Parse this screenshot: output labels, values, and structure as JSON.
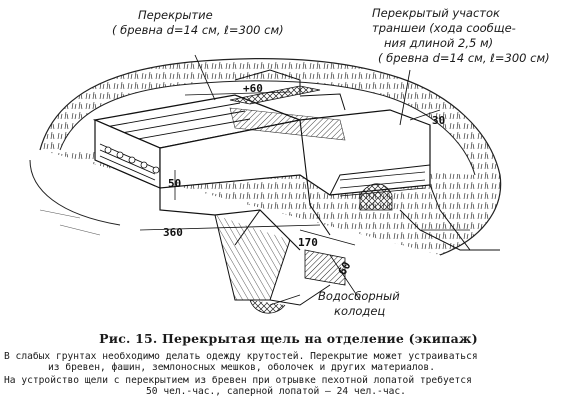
{
  "labels": {
    "overlap_line1": "Перекрытие",
    "overlap_line2": "( бревна d=14 см, ℓ=300 см)",
    "covered_line1": "Перекрытый участок",
    "covered_line2": "траншеи (хода сообще-",
    "covered_line3": "ния длиной  2,5 м)",
    "covered_line4": "( бревна d=14 см, ℓ=300 см)",
    "well_line1": "Водосборный",
    "well_line2": "колодец"
  },
  "dimensions": {
    "d60_top": "+60",
    "d30": "30",
    "d50": "50",
    "d360": "360",
    "d170": "170",
    "d60_bottom": "60"
  },
  "caption": "Рис. 15. Перекрытая щель на отделение (экипаж)",
  "notes": {
    "line1": "В слабых грунтах необходимо делать одежду крутостей. Перекрытие может устраиваться",
    "line2": "из бревен, фашин, землоносных мешков, оболочек и других материалов.",
    "line3": "На устройство щели с перекрытием из бревен при отрывке пехотной лопатой требуется",
    "line4": "50 чел.-час., саперной лопатой — 24 чел.-час."
  }
}
